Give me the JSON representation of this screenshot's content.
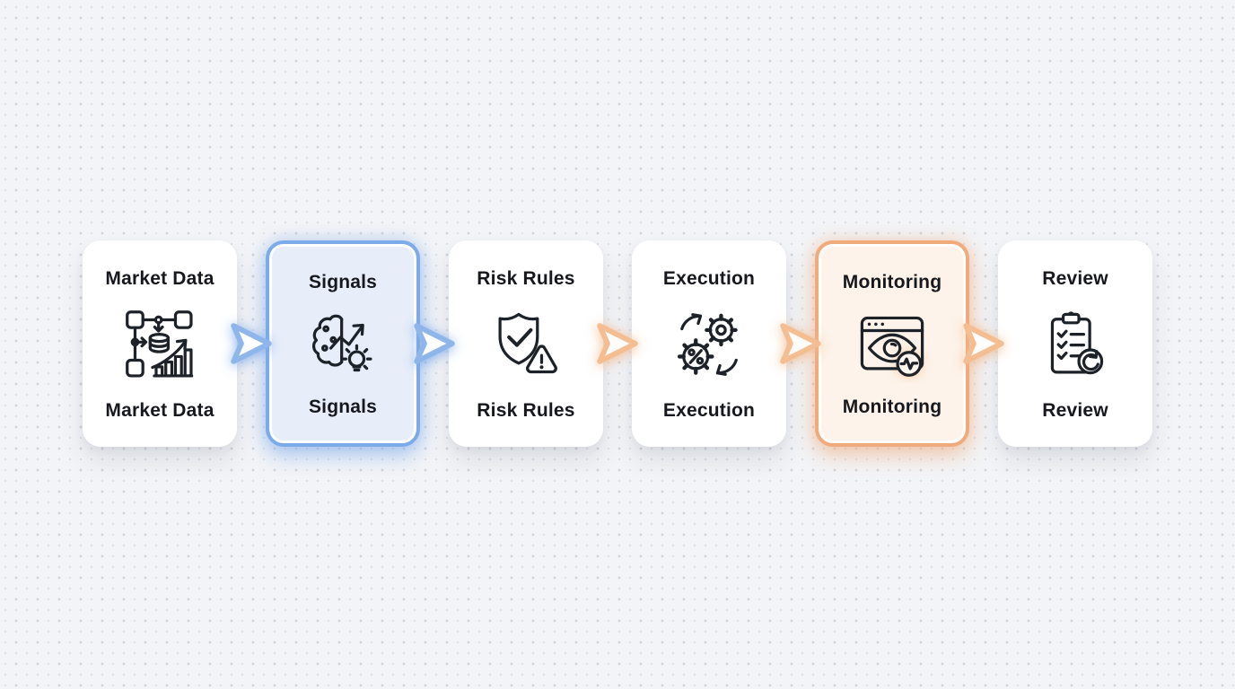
{
  "flow": {
    "steps": [
      {
        "id": "market-data",
        "label": "Market Data",
        "icon": "data-pipeline-icon",
        "state": "default"
      },
      {
        "id": "signals",
        "label": "Signals",
        "icon": "brain-signal-icon",
        "state": "highlight-blue"
      },
      {
        "id": "risk-rules",
        "label": "Risk Rules",
        "icon": "shield-alert-icon",
        "state": "default"
      },
      {
        "id": "execution",
        "label": "Execution",
        "icon": "gears-percent-icon",
        "state": "default"
      },
      {
        "id": "monitoring",
        "label": "Monitoring",
        "icon": "browser-eye-icon",
        "state": "highlight-orange"
      },
      {
        "id": "review",
        "label": "Review",
        "icon": "clipboard-check-icon",
        "state": "default"
      }
    ],
    "arrows": [
      {
        "from": "market-data",
        "to": "signals",
        "color": "blue"
      },
      {
        "from": "signals",
        "to": "risk-rules",
        "color": "blue"
      },
      {
        "from": "risk-rules",
        "to": "execution",
        "color": "orange"
      },
      {
        "from": "execution",
        "to": "monitoring",
        "color": "orange"
      },
      {
        "from": "monitoring",
        "to": "review",
        "color": "orange"
      }
    ],
    "colors": {
      "background": "#f3f4f7",
      "dot_grid": "#ced2db",
      "card": "#ffffff",
      "text": "#16181d",
      "blue_border": "#7dabe9",
      "blue_fill": "#e8eef9",
      "orange_border": "#f0ab7c",
      "orange_fill": "#fdf3ea",
      "arrow_blue": "#8fb6eb",
      "arrow_orange": "#f4bd92",
      "icon_stroke": "#1d2128"
    }
  }
}
